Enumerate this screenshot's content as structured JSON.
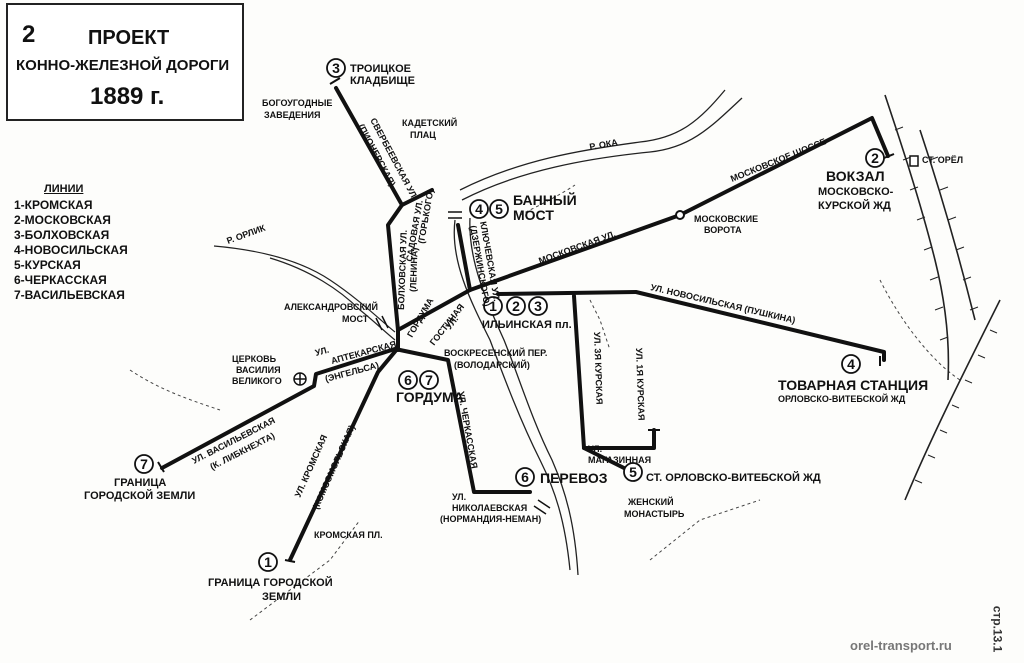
{
  "title": {
    "number": "2",
    "line1": "ПРОЕКТ",
    "line2": "КОННО-ЖЕЛЕЗНОЙ ДОРОГИ",
    "year": "1889 г."
  },
  "legend": {
    "header": "ЛИНИИ",
    "items": [
      "1-КРОМСКАЯ",
      "2-МОСКОВСКАЯ",
      "3-БОЛХОВСКАЯ",
      "4-НОВОСИЛЬСКАЯ",
      "5-КУРСКАЯ",
      "6-ЧЕРКАССКАЯ",
      "7-ВАСИЛЬЕВСКАЯ"
    ]
  },
  "stations": {
    "s1": {
      "num": "1",
      "line1": "ГРАНИЦА ГОРОДСКОЙ",
      "line2": "ЗЕМЛИ"
    },
    "s2": {
      "num": "2",
      "line1": "ВОКЗАЛ",
      "line2": "МОСКОВСКО-",
      "line3": "КУРСКОЙ ЖД"
    },
    "s3": {
      "num": "3",
      "line1": "ТРОИЦКОЕ",
      "line2": "КЛАДБИЩЕ"
    },
    "s4": {
      "num": "4",
      "line1": "ТОВАРНАЯ СТАНЦИЯ",
      "line2": "ОРЛОВСКО-ВИТЕБСКОЙ ЖД"
    },
    "s5": {
      "num": "5",
      "line1": "СТ. ОРЛОВСКО-ВИТЕБСКОЙ ЖД"
    },
    "s6": {
      "num": "6",
      "line1": "ПЕРЕВОЗ"
    },
    "s7": {
      "num": "7",
      "line1": "ГРАНИЦА",
      "line2": "ГОРОДСКОЙ ЗЕМЛИ"
    },
    "bathmost": {
      "n1": "4",
      "n2": "5",
      "line1": "БАННЫЙ",
      "line2": "МОСТ"
    },
    "ilinsk": {
      "n1": "1",
      "n2": "2",
      "n3": "3",
      "label": "ИЛЬИНСКАЯ пл."
    },
    "gorduma": {
      "n1": "6",
      "n2": "7",
      "label": "ГОРДУМА"
    }
  },
  "places": {
    "st_orel": "СТ. ОРЁЛ",
    "bogougodnye1": "БОГОУГОДНЫЕ",
    "bogougodnye2": "ЗАВЕДЕНИЯ",
    "kadet1": "КАДЕТСКИЙ",
    "kadet2": "ПЛАЦ",
    "river_oka": "Р. ОКА",
    "river_orlik": "Р. ОРЛИК",
    "alex_bridge1": "АЛЕКСАНДРОВСКИЙ",
    "alex_bridge2": "МОСТ",
    "church1": "ЦЕРКОВЬ",
    "church2": "ВАСИЛИЯ",
    "church3": "ВЕЛИКОГО",
    "moscow_gate1": "МОСКОВСКИЕ",
    "moscow_gate2": "ВОРОТА",
    "kromskaya_sq": "КРОМСКАЯ ПЛ.",
    "convent1": "ЖЕНСКИЙ",
    "convent2": "МОНАСТЫРЬ"
  },
  "streets": {
    "moscow_shosse": "МОСКОВСКОЕ ШОССЕ",
    "moskovskaya": "МОСКОВСКАЯ УЛ.",
    "novosilskaya": "УЛ. НОВОСИЛЬСКАЯ (ПУШКИНА)",
    "sverbeevskaya1": "СВЕРБЕЕВСКАЯ УЛ.",
    "sverbeevskaya2": "(ПИОНЕРСКАЯ)",
    "sadovaya1": "САДОВАЯ УЛ.",
    "sadovaya2": "(ГОРЬКОГО)",
    "bolkhovskaya1": "БОЛХОВСКАЯ УЛ.",
    "bolkhovskaya2": "(ЛЕНИНА)",
    "klyuchevskaya1": "КЛЮЧЕВСКАЯ УЛ.",
    "klyuchevskaya2": "(ДЗЕРЖИНСКОГО)",
    "gostinaya1": "ГОСТИНАЯ",
    "gostinaya2": "УЛ.",
    "gorduma_st": "ГОРДУМА",
    "aptekarskaya1": "УЛ.",
    "aptekarskaya2": "АПТЕКАРСКАЯ",
    "aptekarskaya3": "(ЭНГЕЛЬСА)",
    "voskresenskiy1": "ВОСКРЕСЕНСКИЙ ПЕР.",
    "voskresenskiy2": "(ВОЛОДАРСКИЙ)",
    "vasilevskaya1": "УЛ. ВАСИЛЬЕВСКАЯ",
    "vasilevskaya2": "(К. ЛИБКНЕХТА)",
    "kromskaya1": "УЛ. КРОМСКАЯ",
    "kromskaya2": "(КОМСОМОЛЬСКАЯ)",
    "cherkasskaya": "УЛ. ЧЕРКАССКАЯ",
    "nikolaevskaya1": "УЛ.",
    "nikolaevskaya2": "НИКОЛАЕВСКАЯ",
    "nikolaevskaya3": "(НОРМАНДИЯ-НЕМАН)",
    "kurskaya3": "УЛ. 3Я КУРСКАЯ",
    "kurskaya1": "УЛ. 1Я КУРСКАЯ",
    "magazinnaya1": "УЛ.",
    "magazinnaya2": "МАГАЗИННАЯ"
  },
  "footer": {
    "source": "orel-transport.ru",
    "page": "стр.13.1"
  }
}
